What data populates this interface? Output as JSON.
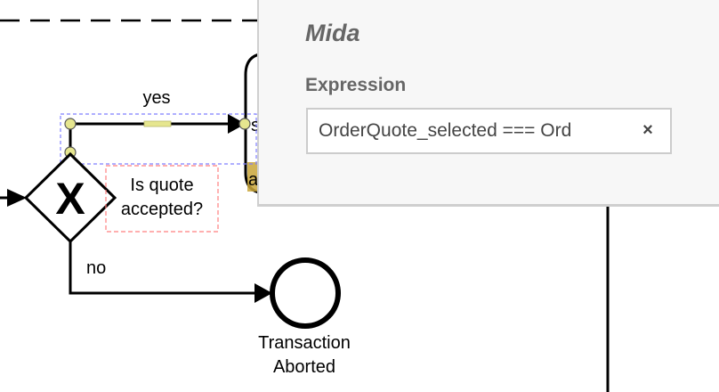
{
  "diagram": {
    "flow_yes_label": "yes",
    "flow_no_label": "no",
    "gateway_symbol": "X",
    "gateway_label_line1": "Is quote",
    "gateway_label_line2": "accepted?",
    "end_event_label_line1": "Transaction",
    "end_event_label_line2": "Aborted",
    "task_label_fragment_1": "s",
    "task_label_fragment_2": "a"
  },
  "panel": {
    "title": "Mida",
    "expression_label": "Expression",
    "expression_value": "OrderQuote_selected === Ord",
    "clear_icon": "×"
  },
  "colors": {
    "selection_handle": "#e6e68f",
    "selection_outline": "#7f7fff",
    "label_box_outline": "#ff7f7f",
    "task_highlight": "#c9a63a",
    "panel_background": "#f7f7f7",
    "panel_text": "#666666"
  }
}
